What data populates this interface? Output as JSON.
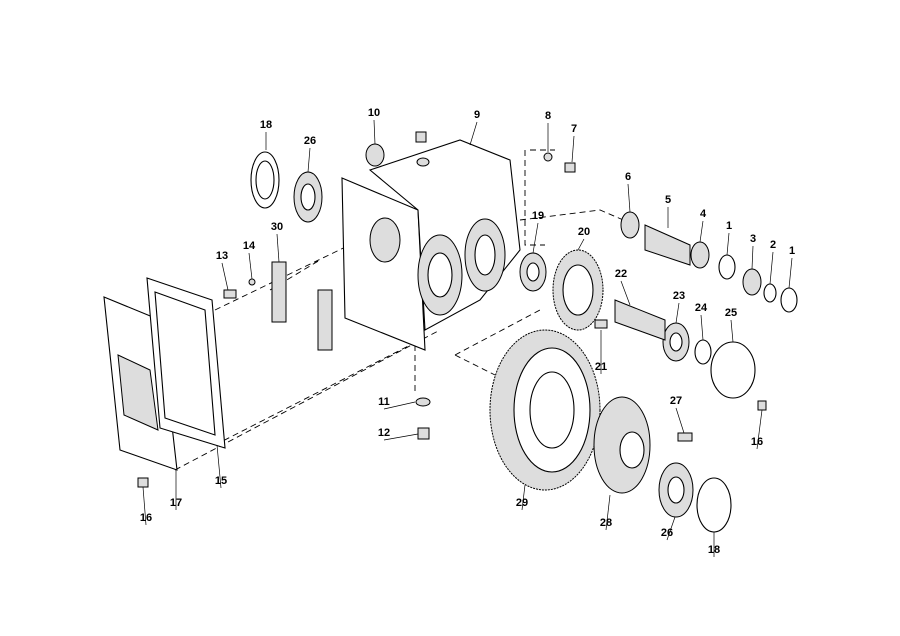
{
  "diagram": {
    "title": "Exploded parts view - gearbox assembly",
    "callouts": [
      "18",
      "26",
      "10",
      "9",
      "8",
      "7",
      "6",
      "5",
      "4",
      "1",
      "3",
      "2",
      "1",
      "19",
      "20",
      "22",
      "23",
      "24",
      "25",
      "21",
      "30",
      "14",
      "13",
      "11",
      "12",
      "16",
      "27",
      "29",
      "28",
      "26",
      "18",
      "15",
      "17",
      "16"
    ]
  }
}
